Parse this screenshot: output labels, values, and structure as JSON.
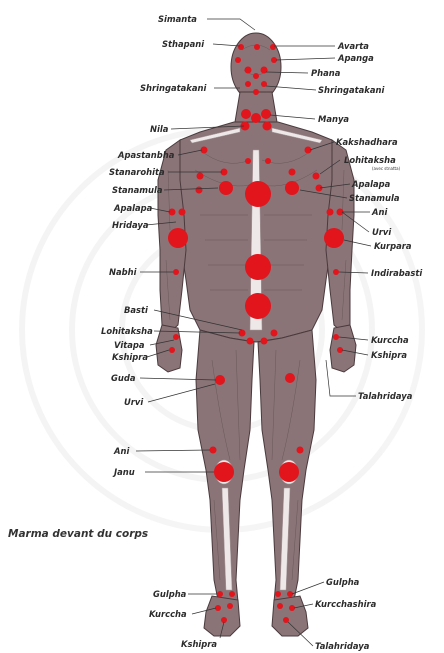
{
  "caption": "Marma devant du corps",
  "colors": {
    "marma_point": "#e2141c",
    "body": "#8a7478",
    "background": "#ffffff",
    "text": "#2b2b2b"
  },
  "labels": {
    "simanta": "Simanta",
    "sthapani": "Sthapani",
    "avarta": "Avarta",
    "apanga": "Apanga",
    "phana": "Phana",
    "shringatakani_left": "Shringatakani",
    "shringatakani_right": "Shringatakani",
    "manya": "Manya",
    "nila": "Nila",
    "kakshadhara": "Kakshadhara",
    "apastanbha": "Apastanbha",
    "lohitaksha_upper": "Lohitaksha",
    "lohitaksha_upper_note": "(avec stnatta)",
    "stanarohita": "Stanarohita",
    "stanamula_left": "Stanamula",
    "apalapa_right": "Apalapa",
    "stanamula_right": "Stanamula",
    "apalapa_left": "Apalapa",
    "ani_arm": "Ani",
    "hridaya": "Hridaya",
    "urvi_arm": "Urvi",
    "kurpara": "Kurpara",
    "nabhi": "Nabhi",
    "indirabasti": "Indirabasti",
    "basti": "Basti",
    "lohitaksha_lower": "Lohitaksha",
    "kurccha_right": "Kurccha",
    "vitapa": "Vitapa",
    "kshipra_left": "Kshipra",
    "kshipra_right": "Kshipra",
    "guda": "Guda",
    "talahridaya_hand": "Talahridaya",
    "urvi_leg": "Urvi",
    "ani_leg": "Ani",
    "janu": "Janu",
    "gulpha_left": "Gulpha",
    "gulpha_right": "Gulpha",
    "kurccha_foot": "Kurccha",
    "kurcchashira": "Kurcchashira",
    "kshipra_foot": "Kshipra",
    "talahridaya_foot": "Talahridaya"
  }
}
